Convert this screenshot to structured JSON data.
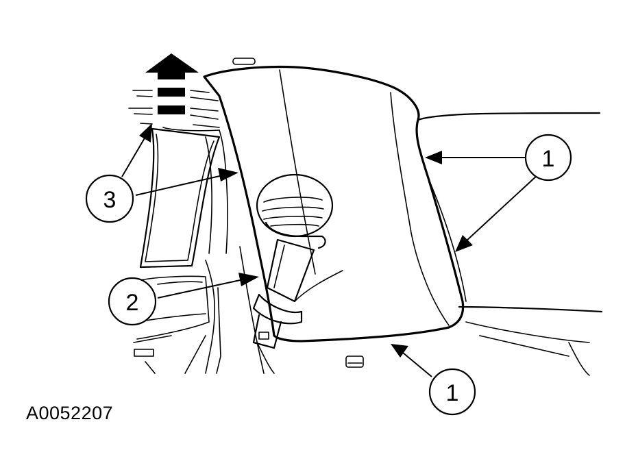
{
  "figure_id": "A0052207",
  "callouts": [
    {
      "label": "1"
    },
    {
      "label": "1"
    },
    {
      "label": "2"
    },
    {
      "label": "3"
    }
  ],
  "colors": {
    "stroke": "#000000",
    "background": "#ffffff"
  },
  "icons": [
    "up-arrow-icon"
  ]
}
